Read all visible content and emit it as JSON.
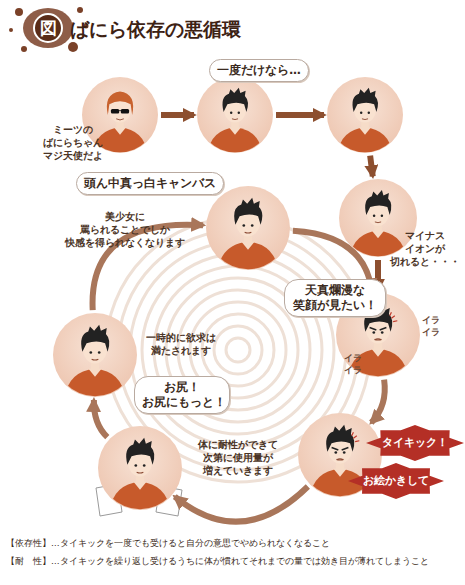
{
  "diagram": {
    "title": "ばにら依存の悪循環",
    "nodes": [
      {
        "text": [
          "ミーツの ばにらちゃん マジ天使だよ"
        ]
      },
      {
        "text": [
          "一度だけなら…"
        ]
      },
      {
        "text": []
      },
      {
        "text": [
          "マイナス イオンが 切れると・・・"
        ]
      },
      {
        "text": [
          "天真爛漫な 笑顔が見たい！",
          "イラ イラ",
          "イラ イラ"
        ]
      },
      {
        "text": [
          "タイキック！",
          "お絵かきして"
        ]
      },
      {
        "text": [
          "お尻！ お尻にもっと！",
          "体に耐性ができて 次第に使用量が 増えていきます"
        ]
      },
      {
        "text": [
          "一時的に欲求は 満たされます"
        ]
      },
      {
        "text": [
          "頭ん中真っ白キャンバス",
          "美少女に 罵られることでしか 快感を得られなくなります"
        ]
      }
    ],
    "edges": [
      {
        "from": 0,
        "to": 1,
        "arrow": "to"
      },
      {
        "from": 1,
        "to": 2,
        "arrow": "to"
      },
      {
        "from": 2,
        "to": 3,
        "arrow": "to"
      },
      {
        "from": 3,
        "to": 4,
        "arrow": "to"
      },
      {
        "from": 4,
        "to": 5,
        "arrow": "to"
      },
      {
        "from": 5,
        "to": 6,
        "arrow": "to"
      },
      {
        "from": 6,
        "to": 7,
        "arrow": "to"
      },
      {
        "from": 7,
        "to": 8,
        "arrow": "to"
      },
      {
        "from": 8,
        "to": 4,
        "arrow": "to"
      }
    ],
    "labels": [
      "図",
      "【依存性】…タイキックを一度でも受けると自分の意思でやめられなくなること",
      "【耐　性】…タイキックを繰り返し受けるうちに体が慣れてそれまでの量では効き目が薄れてしまうこと"
    ]
  }
}
